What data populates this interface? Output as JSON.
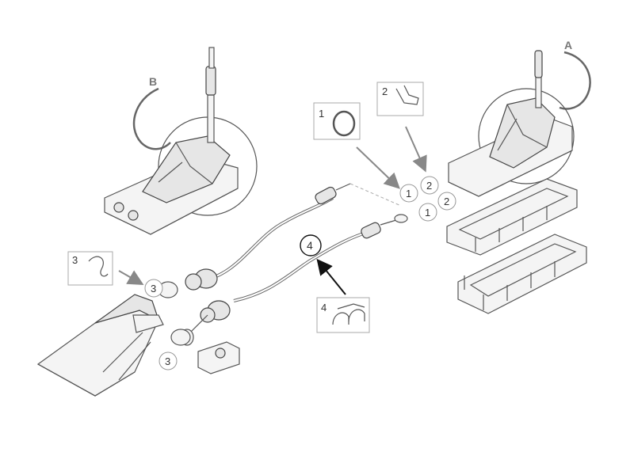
{
  "views": {
    "a": "A",
    "b": "B"
  },
  "callouts": {
    "c1_box": "1",
    "c2_box": "2",
    "c3_box": "3",
    "c4_box": "4",
    "c1_upper": "1",
    "c2_upper": "2",
    "c1_lower": "1",
    "c2_lower": "2",
    "c3_upper": "3",
    "c3_lower": "3",
    "c4_circle": "4"
  },
  "colors": {
    "line": "#555555",
    "callout_gray": "#999999",
    "callout_black": "#111111"
  }
}
